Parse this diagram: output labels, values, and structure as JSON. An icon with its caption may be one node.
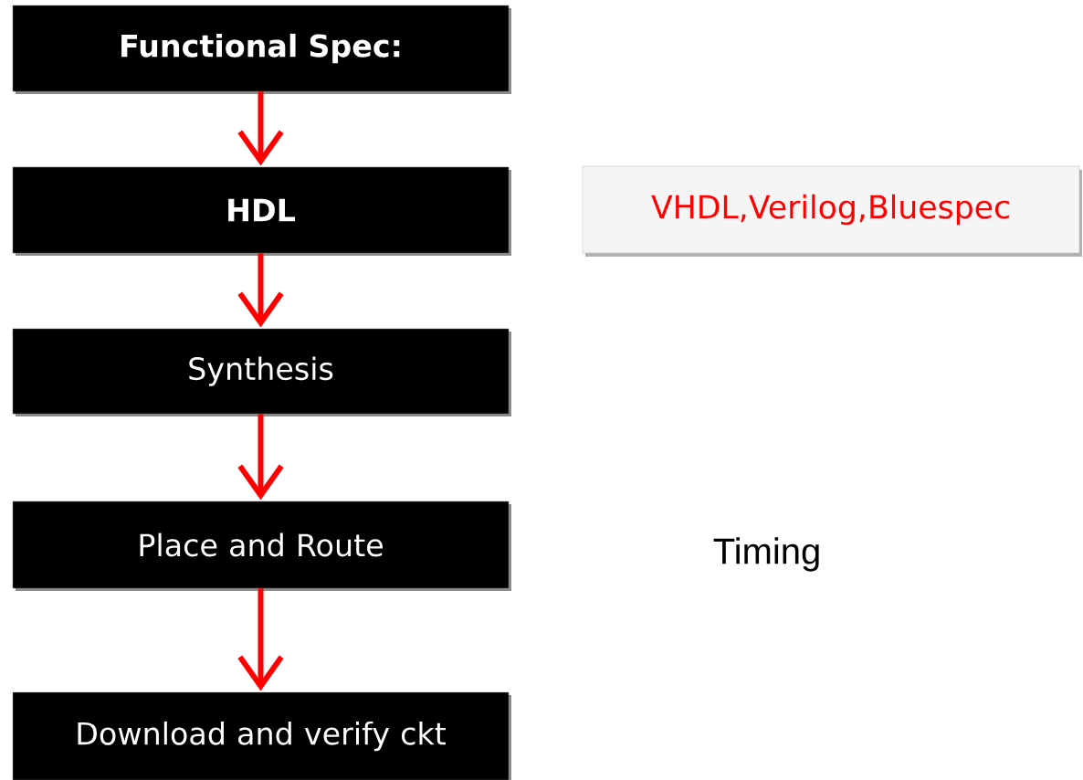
{
  "diagram": {
    "nodes": [
      {
        "text": [
          "Functional Spec:"
        ]
      },
      {
        "text": [
          "HDL"
        ]
      },
      {
        "text": [
          "Synthesis"
        ]
      },
      {
        "text": [
          "Place and Route"
        ]
      },
      {
        "text": [
          "Download and verify ckt"
        ]
      },
      {
        "text": [
          "VHDL,Verilog,Bluespec"
        ]
      }
    ],
    "edges": [
      {
        "from": 0,
        "to": 1,
        "arrow": "to",
        "color": "#ff0000"
      },
      {
        "from": 1,
        "to": 2,
        "arrow": "to",
        "color": "#ff0000"
      },
      {
        "from": 2,
        "to": 3,
        "arrow": "to",
        "color": "#ff0000"
      },
      {
        "from": 3,
        "to": 4,
        "arrow": "to",
        "color": "#ff0000"
      }
    ],
    "labels": [
      "Timing"
    ]
  }
}
